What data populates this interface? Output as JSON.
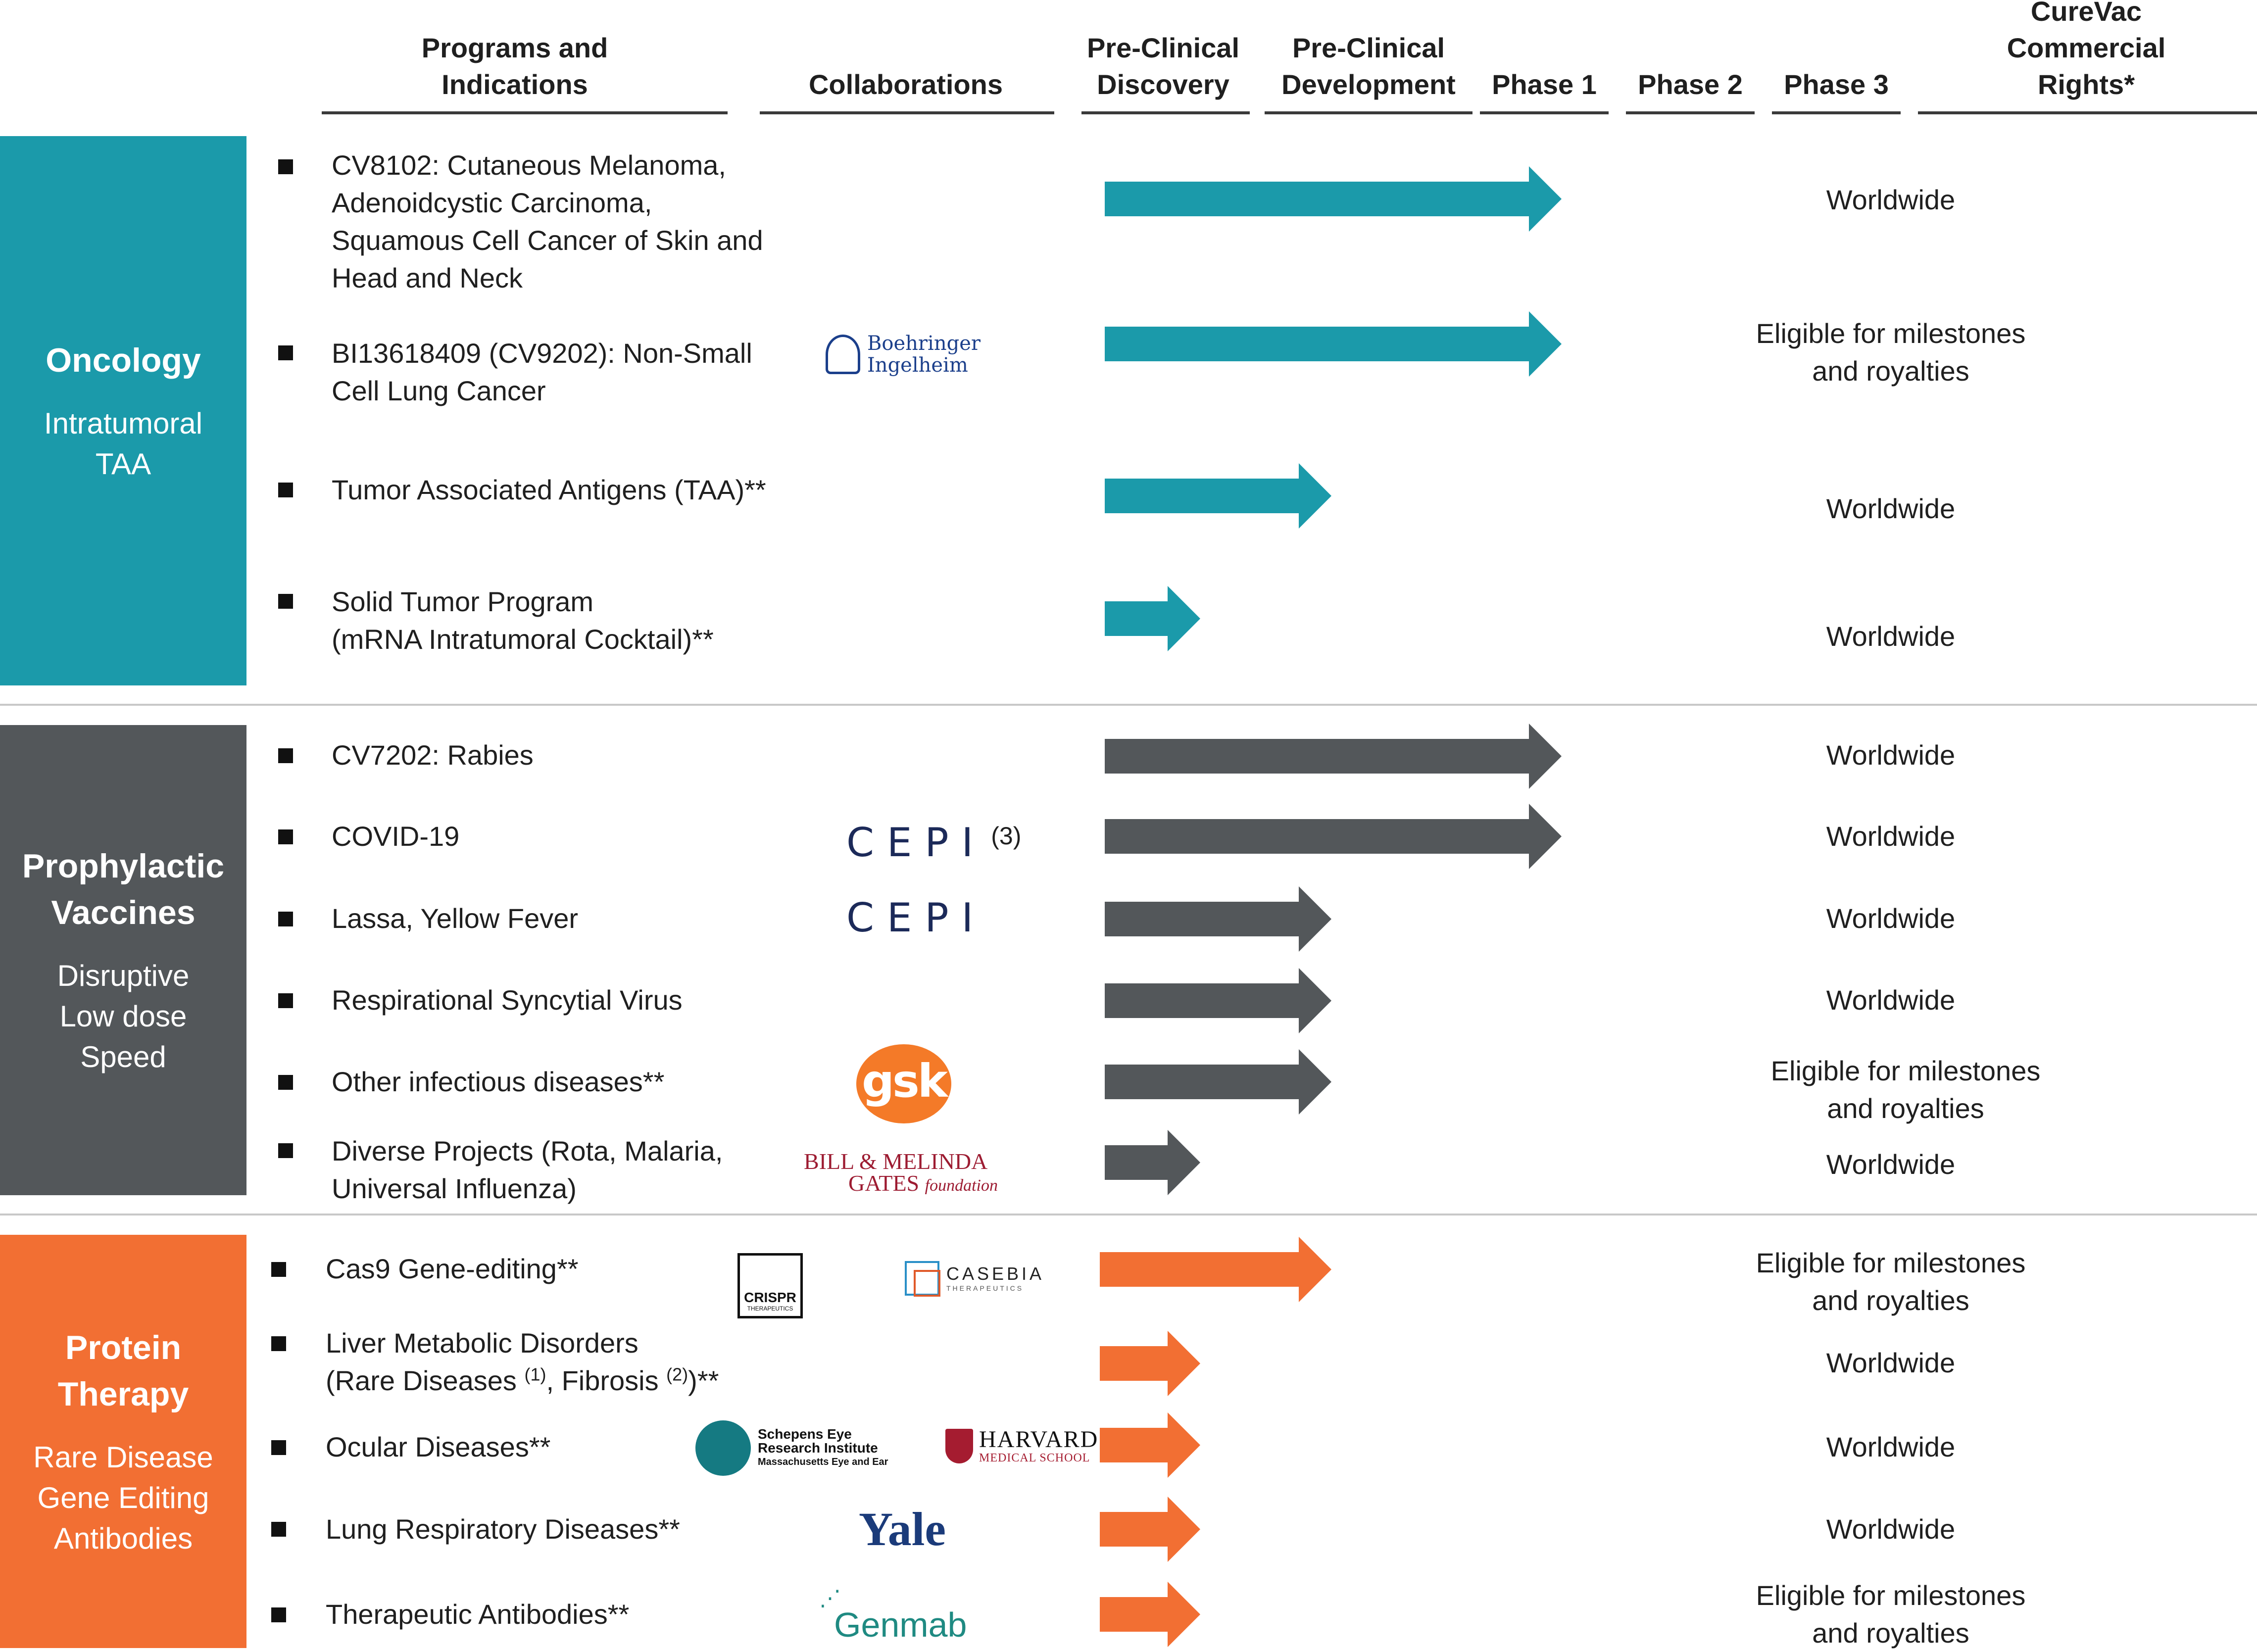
{
  "headers": {
    "programs": "Programs and\nIndications",
    "collaborations": "Collaborations",
    "preclinical_discovery": "Pre-Clinical\nDiscovery",
    "preclinical_development": "Pre-Clinical\nDevelopment",
    "phase1": "Phase 1",
    "phase2": "Phase 2",
    "phase3": "Phase 3",
    "rights": "CureVac\nCommercial\nRights*"
  },
  "categories": [
    {
      "title": "Oncology",
      "subtitle": "Intratumoral\nTAA",
      "color": "#1b9aaa"
    },
    {
      "title": "Prophylactic\nVaccines",
      "subtitle": "Disruptive\nLow dose\nSpeed",
      "color": "#53575a"
    },
    {
      "title": "Protein\nTherapy",
      "subtitle": "Rare Disease\nGene Editing\nAntibodies",
      "color": "#f26f33"
    }
  ],
  "programs": [
    {
      "name": "CV8102: Cutaneous Melanoma,\nAdenoidcystic Carcinoma,\nSquamous Cell Cancer of Skin and\nHead and Neck",
      "stage": "Phase 1",
      "rights": "Worldwide"
    },
    {
      "name": "BI13618409 (CV9202): Non-Small\nCell Lung Cancer",
      "stage": "Phase 1",
      "rights": "Eligible for milestones\nand royalties"
    },
    {
      "name": "Tumor Associated Antigens (TAA)**",
      "stage": "Pre-Clinical Development",
      "rights": "Worldwide"
    },
    {
      "name": "Solid Tumor Program\n(mRNA Intratumoral Cocktail)**",
      "stage": "Pre-Clinical Discovery",
      "rights": "Worldwide"
    },
    {
      "name": "CV7202: Rabies",
      "stage": "Phase 1",
      "rights": "Worldwide"
    },
    {
      "name": "COVID-19",
      "stage": "Phase 1",
      "rights": "Worldwide"
    },
    {
      "name": "Lassa, Yellow Fever",
      "stage": "Pre-Clinical Development",
      "rights": "Worldwide"
    },
    {
      "name": "Respirational Syncytial Virus",
      "stage": "Pre-Clinical Development",
      "rights": "Worldwide"
    },
    {
      "name": "Other infectious diseases**",
      "stage": "Pre-Clinical Development",
      "rights": "Eligible for milestones\nand royalties"
    },
    {
      "name": "Diverse Projects (Rota, Malaria,\nUniversal Influenza)",
      "stage": "Pre-Clinical Discovery",
      "rights": "Worldwide"
    },
    {
      "name": "Cas9 Gene-editing**",
      "stage": "Pre-Clinical Development",
      "rights": "Eligible for milestones\nand royalties"
    },
    {
      "name_part1": "Liver Metabolic Disorders\n(Rare Diseases ",
      "name_sup1": "(1)",
      "name_part2": ", Fibrosis ",
      "name_sup2": "(2)",
      "name_part3": ")**",
      "stage": "Pre-Clinical Discovery",
      "rights": "Worldwide"
    },
    {
      "name": "Ocular Diseases**",
      "stage": "Pre-Clinical Discovery",
      "rights": "Worldwide"
    },
    {
      "name": "Lung Respiratory Diseases**",
      "stage": "Pre-Clinical Discovery",
      "rights": "Worldwide"
    },
    {
      "name": "Therapeutic Antibodies**",
      "stage": "Pre-Clinical Discovery",
      "rights": "Eligible for milestones\nand royalties"
    }
  ],
  "logos": {
    "boehringer": "Boehringer\nIngelheim",
    "cepi": "CEPI",
    "cepi_note": "(3)",
    "gsk": "gsk",
    "gates_line1": "BILL & MELINDA",
    "gates_line2": "GATES",
    "gates_foundation": "foundation",
    "crispr": "CRISPR",
    "crispr_sub": "THERAPEUTICS",
    "casebia": "CASEBIA",
    "casebia_sub": "THERAPEUTICS",
    "schepens_l1": "Schepens Eye",
    "schepens_l2": "Research Institute",
    "schepens_l3": "Massachusetts Eye and Ear",
    "harvard": "HARVARD",
    "harvard_sub": "MEDICAL SCHOOL",
    "yale": "Yale",
    "genmab": "Genmab"
  }
}
